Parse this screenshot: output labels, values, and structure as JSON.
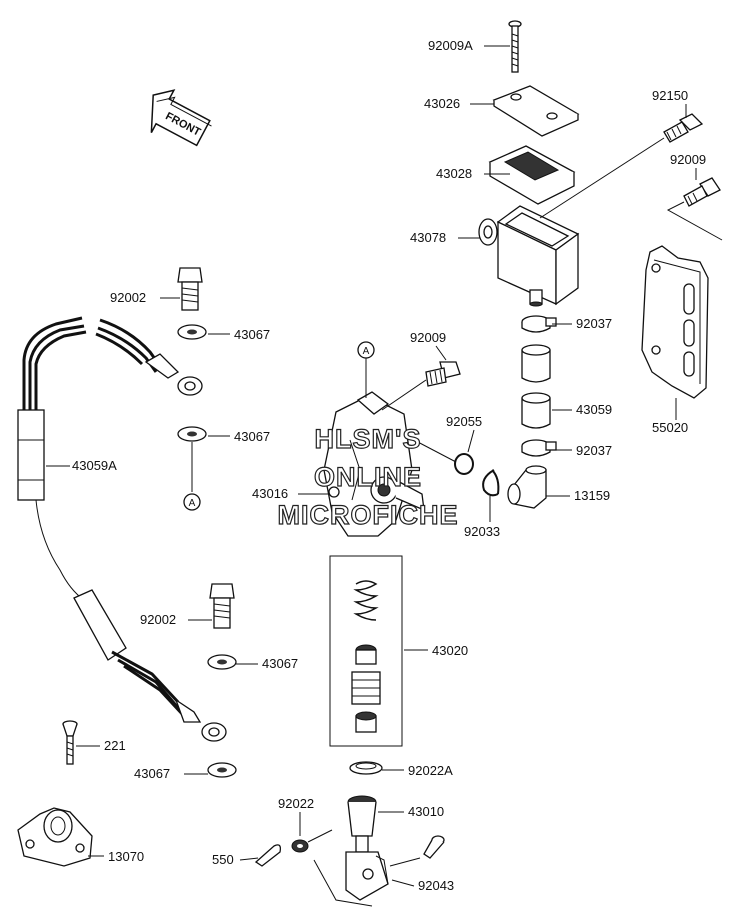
{
  "direction_label": "FRONT",
  "callout_marker": "A",
  "watermark": [
    "HLSM'S",
    "ONLINE",
    "MICROFICHE"
  ],
  "parts": [
    {
      "id": "p-92009A",
      "label": "92009A"
    },
    {
      "id": "p-43026",
      "label": "43026"
    },
    {
      "id": "p-92150",
      "label": "92150"
    },
    {
      "id": "p-43028",
      "label": "43028"
    },
    {
      "id": "p-92009-top",
      "label": "92009"
    },
    {
      "id": "p-43078",
      "label": "43078"
    },
    {
      "id": "p-92002-top",
      "label": "92002"
    },
    {
      "id": "p-43067-1",
      "label": "43067"
    },
    {
      "id": "p-92009-mid",
      "label": "92009"
    },
    {
      "id": "p-92037-top",
      "label": "92037"
    },
    {
      "id": "p-43067-2",
      "label": "43067"
    },
    {
      "id": "p-92055",
      "label": "92055"
    },
    {
      "id": "p-43059",
      "label": "43059"
    },
    {
      "id": "p-55020",
      "label": "55020"
    },
    {
      "id": "p-43059A",
      "label": "43059A"
    },
    {
      "id": "p-92037-bot",
      "label": "92037"
    },
    {
      "id": "p-43016",
      "label": "43016"
    },
    {
      "id": "p-13159",
      "label": "13159"
    },
    {
      "id": "p-92033",
      "label": "92033"
    },
    {
      "id": "p-92002-bot",
      "label": "92002"
    },
    {
      "id": "p-43020",
      "label": "43020"
    },
    {
      "id": "p-43067-3",
      "label": "43067"
    },
    {
      "id": "p-221",
      "label": "221"
    },
    {
      "id": "p-43067-4",
      "label": "43067"
    },
    {
      "id": "p-92022A",
      "label": "92022A"
    },
    {
      "id": "p-92022",
      "label": "92022"
    },
    {
      "id": "p-43010",
      "label": "43010"
    },
    {
      "id": "p-13070",
      "label": "13070"
    },
    {
      "id": "p-550",
      "label": "550"
    },
    {
      "id": "p-92043",
      "label": "92043"
    }
  ]
}
